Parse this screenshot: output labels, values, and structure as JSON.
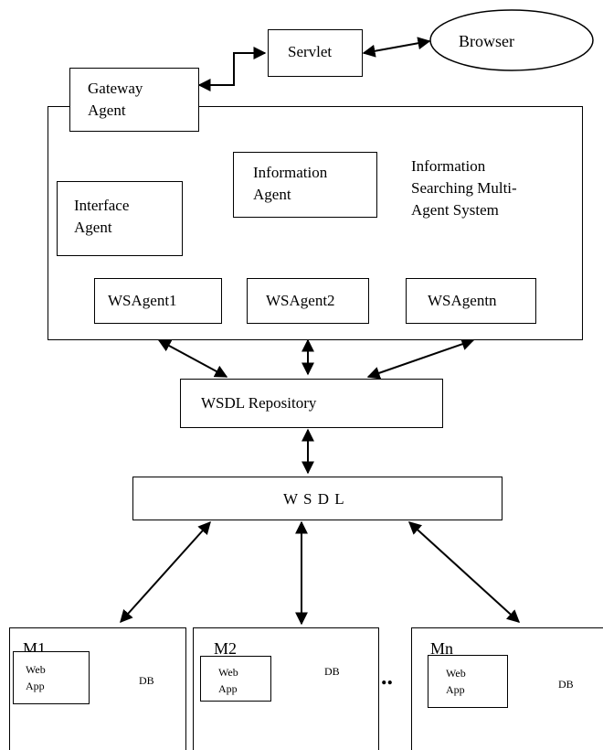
{
  "nodes": {
    "servlet": "Servlet",
    "browser": "Browser",
    "gateway_agent": "Gateway\nAgent",
    "mas_label": "Information\nSearching Multi-\nAgent System",
    "interface_agent": "Interface\nAgent",
    "information_agent": "Information\nAgent",
    "wsagent1": "WSAgent1",
    "wsagent2": "WSAgent2",
    "wsagentn": "WSAgentn",
    "wsdl_repository": "WSDL Repository",
    "wsdl": "W S D L"
  },
  "machines": [
    {
      "title": "M1",
      "webapp": "Web\nApp",
      "db": "DB"
    },
    {
      "title": "M2",
      "webapp": "Web\nApp",
      "db": "DB"
    },
    {
      "title": "Mn",
      "webapp": "Web\nApp",
      "db": "DB"
    }
  ],
  "ellipsis": ".."
}
